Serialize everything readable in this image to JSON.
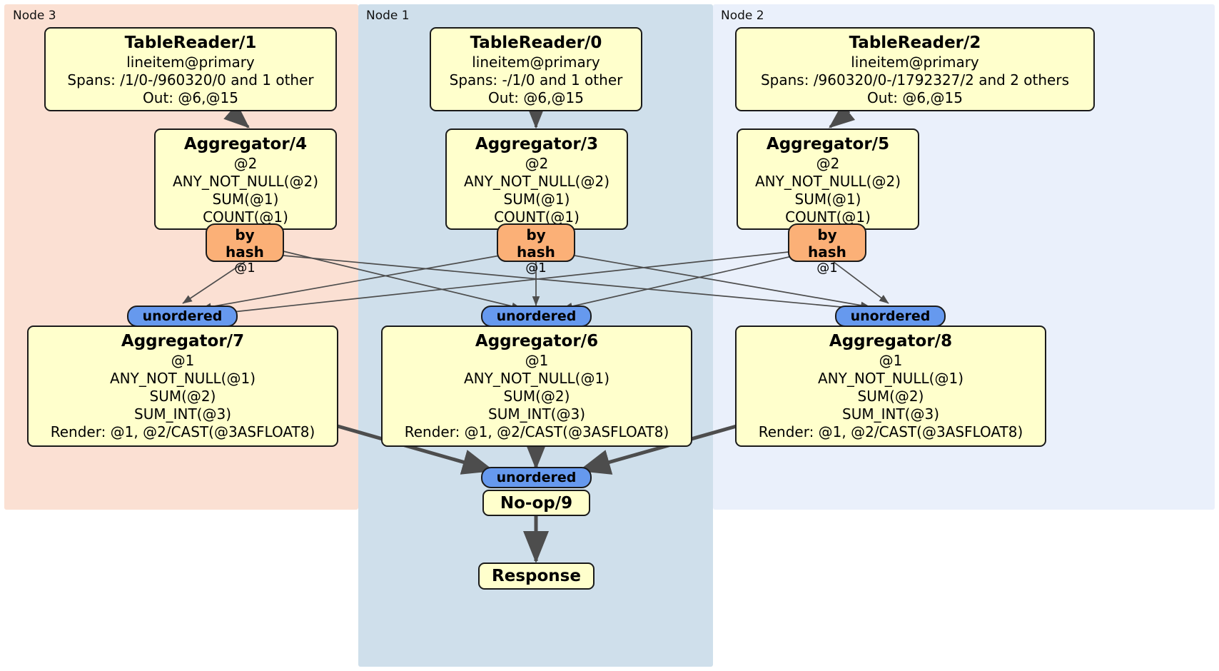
{
  "diagram": {
    "kind": "distsql-query-plan",
    "colors": {
      "node3_bg": "#fbe0d3",
      "node1_bg": "#cfdfeb",
      "node2_bg": "#eaf0fb",
      "processor_fill": "#ffffcc",
      "router_fill": "#fbb077",
      "sync_fill": "#6699ee",
      "stroke": "#1a1a1a",
      "edge": "#4d4d4d"
    },
    "nodes": [
      {
        "id": "node3",
        "label": "Node 3"
      },
      {
        "id": "node1",
        "label": "Node 1"
      },
      {
        "id": "node2",
        "label": "Node 2"
      }
    ],
    "processors": {
      "tablereader_1": {
        "title": "TableReader/1",
        "lines": [
          "lineitem@primary",
          "Spans: /1/0-/960320/0 and 1 other",
          "Out: @6,@15"
        ]
      },
      "tablereader_0": {
        "title": "TableReader/0",
        "lines": [
          "lineitem@primary",
          "Spans: -/1/0 and 1 other",
          "Out: @6,@15"
        ]
      },
      "tablereader_2": {
        "title": "TableReader/2",
        "lines": [
          "lineitem@primary",
          "Spans: /960320/0-/1792327/2 and 2 others",
          "Out: @6,@15"
        ]
      },
      "aggregator_4": {
        "title": "Aggregator/4",
        "lines": [
          "@2",
          "ANY_NOT_NULL(@2)",
          "SUM(@1)",
          "COUNT(@1)"
        ]
      },
      "aggregator_3": {
        "title": "Aggregator/3",
        "lines": [
          "@2",
          "ANY_NOT_NULL(@2)",
          "SUM(@1)",
          "COUNT(@1)"
        ]
      },
      "aggregator_5": {
        "title": "Aggregator/5",
        "lines": [
          "@2",
          "ANY_NOT_NULL(@2)",
          "SUM(@1)",
          "COUNT(@1)"
        ]
      },
      "aggregator_7": {
        "title": "Aggregator/7",
        "lines": [
          "@1",
          "ANY_NOT_NULL(@1)",
          "SUM(@2)",
          "SUM_INT(@3)",
          "Render: @1, @2/CAST(@3ASFLOAT8)"
        ]
      },
      "aggregator_6": {
        "title": "Aggregator/6",
        "lines": [
          "@1",
          "ANY_NOT_NULL(@1)",
          "SUM(@2)",
          "SUM_INT(@3)",
          "Render: @1, @2/CAST(@3ASFLOAT8)"
        ]
      },
      "aggregator_8": {
        "title": "Aggregator/8",
        "lines": [
          "@1",
          "ANY_NOT_NULL(@1)",
          "SUM(@2)",
          "SUM_INT(@3)",
          "Render: @1, @2/CAST(@3ASFLOAT8)"
        ]
      },
      "noop_9": {
        "title": "No-op/9"
      },
      "response": {
        "title": "Response"
      }
    },
    "routers": {
      "hash_left": {
        "type": "by hash",
        "key": "@1"
      },
      "hash_center": {
        "type": "by hash",
        "key": "@1"
      },
      "hash_right": {
        "type": "by hash",
        "key": "@1"
      }
    },
    "synchronizers": {
      "sync_left": {
        "label": "unordered"
      },
      "sync_center": {
        "label": "unordered"
      },
      "sync_right": {
        "label": "unordered"
      },
      "sync_final": {
        "label": "unordered"
      }
    }
  }
}
